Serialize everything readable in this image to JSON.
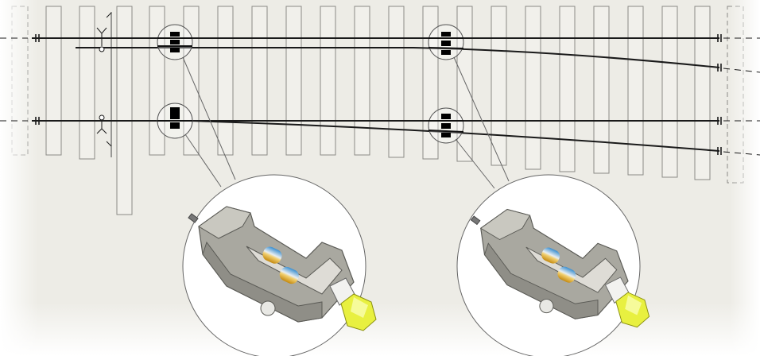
{
  "diagram": {
    "sleeper_count": 20,
    "sensor_count": 4,
    "detail_views": 2
  },
  "colors": {
    "background": "#edece6",
    "line": "#1a1a1a",
    "sleeper_stroke": "#8a8a86",
    "sensor_body": "#a9a8a0",
    "sensor_tip": "#e8f040",
    "magnet_blue": "#3b8fd0",
    "magnet_gold": "#d9a21a"
  }
}
